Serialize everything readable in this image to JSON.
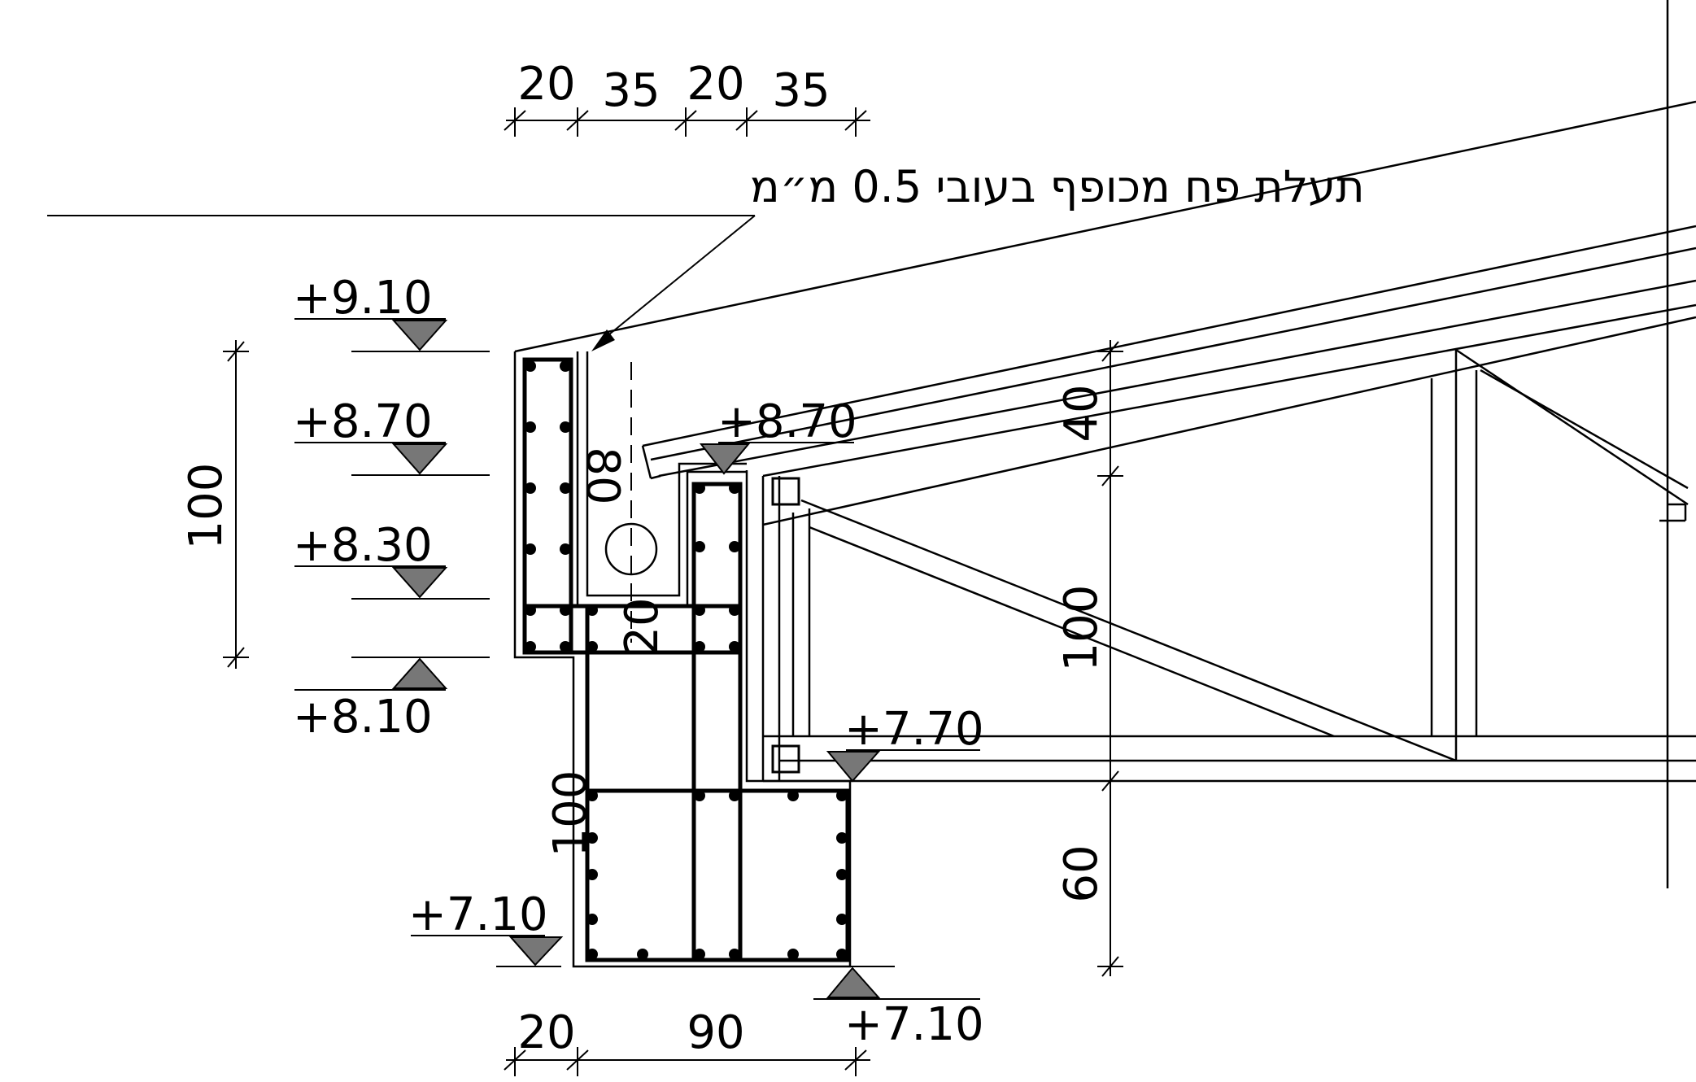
{
  "note": {
    "text": "תעלת פח מכופף בעובי 0.5 מ״מ"
  },
  "top_dimensions": [
    "20",
    "35",
    "20",
    "35"
  ],
  "bottom_dimensions": [
    "20",
    "90"
  ],
  "vertical_dimensions": {
    "left_height": "100",
    "gutter_depth": "80",
    "slab_thickness": "20",
    "lower_height": "100",
    "truss_top": "40",
    "truss_mid": "100",
    "truss_bottom": "60"
  },
  "levels": {
    "l910": "+9.10",
    "l870_left": "+8.70",
    "l830": "+8.30",
    "l810": "+8.10",
    "l870_gutter": "+8.70",
    "l770": "+7.70",
    "l710_left": "+7.10",
    "l710_right": "+7.10"
  },
  "colors": {
    "line": "#000000",
    "background": "#ffffff",
    "hatch": "#000000"
  }
}
